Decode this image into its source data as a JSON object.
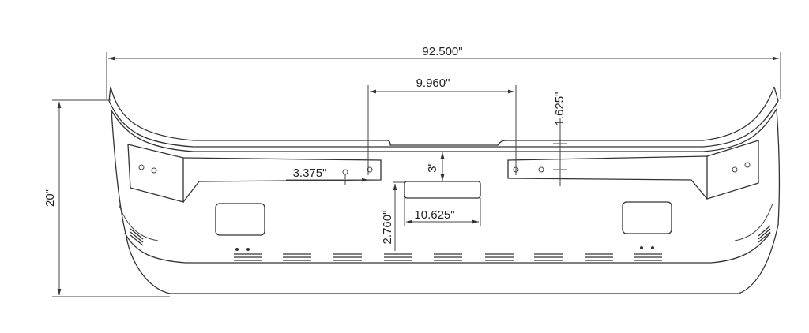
{
  "drawing": {
    "dimensions": {
      "overall_width": "92.500\"",
      "overall_height": "20\"",
      "hole_spacing": "9.960\"",
      "vertical_offset": "1.625\"",
      "side_hole_offset": "3.375\"",
      "opening_offset": "3\"",
      "opening_height": "2.760\"",
      "opening_width": "10.625\""
    }
  }
}
